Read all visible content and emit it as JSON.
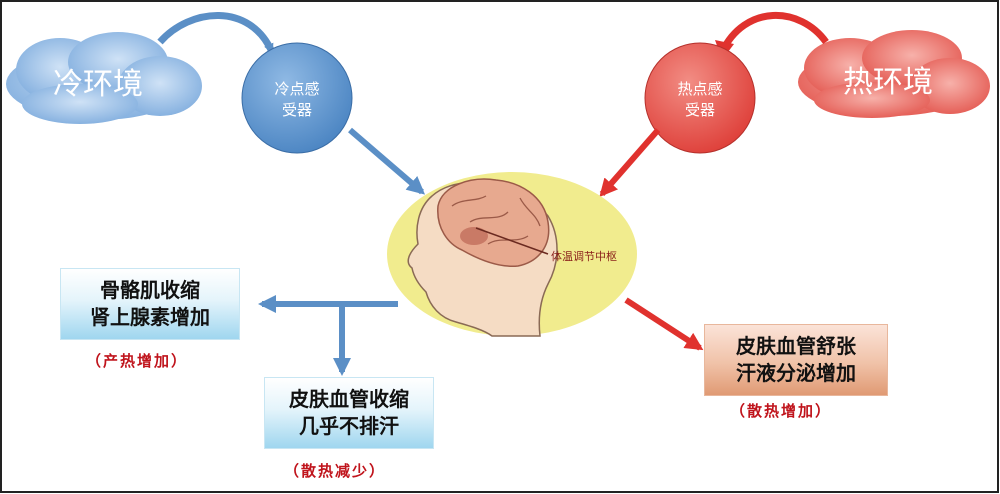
{
  "environments": {
    "cold": "冷环境",
    "hot": "热环境"
  },
  "receptors": {
    "cold": [
      "冷点感",
      "受器"
    ],
    "hot": [
      "热点感",
      "受器"
    ]
  },
  "brain": {
    "center_label": "体温调节中枢"
  },
  "responses": {
    "cold_muscle": [
      "骨骼肌收缩",
      "肾上腺素增加"
    ],
    "cold_muscle_note": "（产热增加）",
    "cold_skin": [
      "皮肤血管收缩",
      "几乎不排汗"
    ],
    "cold_skin_note": "（散热减少）",
    "hot_skin": [
      "皮肤血管舒张",
      "汗液分泌增加"
    ],
    "hot_skin_note": "（散热增加）"
  },
  "colors": {
    "blue_arrow": "#5b8fc6",
    "red_arrow": "#e0322e",
    "cold_receptor": "#5b93cb",
    "hot_receptor": "#e6574f",
    "brain_bg": "#f1ec8e"
  }
}
